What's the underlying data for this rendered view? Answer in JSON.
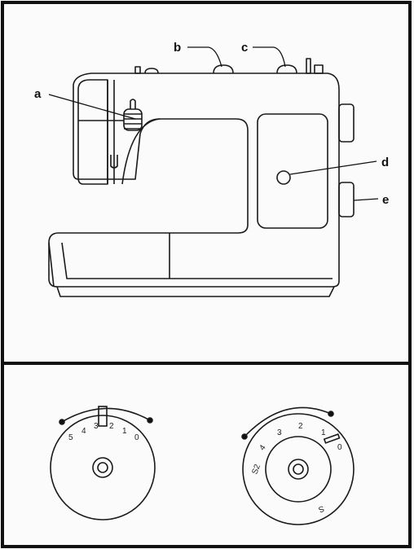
{
  "callouts": {
    "a": "a",
    "b": "b",
    "c": "c",
    "d": "d",
    "e": "e"
  },
  "stitch_dial": {
    "numbers": [
      "5",
      "4",
      "3",
      "2",
      "1",
      "0"
    ]
  },
  "length_dial": {
    "numbers": [
      "S2",
      "4",
      "3",
      "2",
      "1",
      "0"
    ],
    "bottom_mark": "S"
  },
  "colors": {
    "frame": "#111111",
    "line": "#1a1a1a",
    "background": "#fbfbfb"
  }
}
